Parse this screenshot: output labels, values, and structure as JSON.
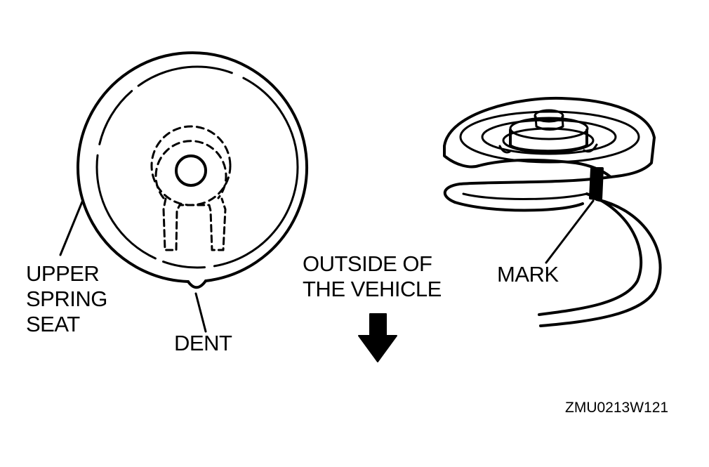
{
  "labels": {
    "upper_spring_seat": [
      "UPPER",
      "SPRING",
      "SEAT"
    ],
    "dent": "DENT",
    "outside_vehicle": [
      "OUTSIDE OF",
      "THE VEHICLE"
    ],
    "mark": "MARK",
    "figure_code": "ZMU0213W121"
  },
  "icons": {
    "direction_arrow": "arrow-down-icon"
  },
  "colors": {
    "ink": "#000000",
    "paper": "#ffffff"
  }
}
